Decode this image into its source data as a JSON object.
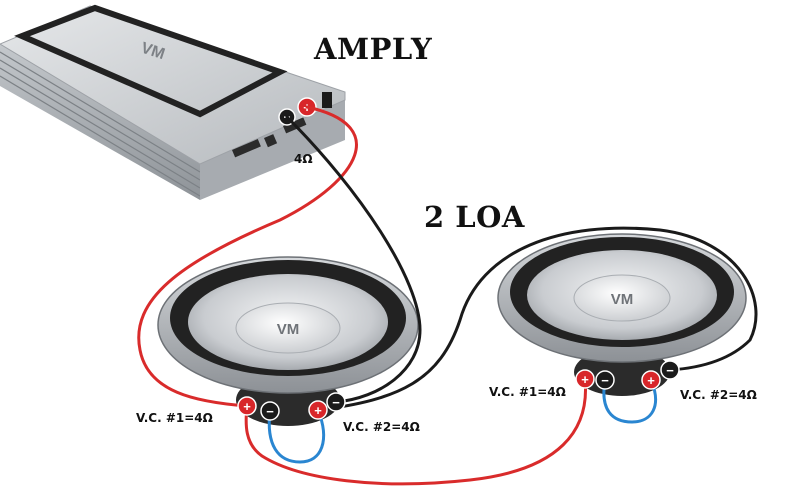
{
  "titles": {
    "amplifier": "AMPLY",
    "speakers": "2 LOA"
  },
  "amplifier": {
    "logo": "VM",
    "output_impedance": "4Ω"
  },
  "speakers": [
    {
      "logo": "VM",
      "vc1_label": "V.C. #1=4Ω",
      "vc2_label": "V.C. #2=4Ω"
    },
    {
      "logo": "VM",
      "vc1_label": "V.C. #1=4Ω",
      "vc2_label": "V.C. #2=4Ω"
    }
  ],
  "terminals": {
    "positive": "+",
    "negative": "−"
  },
  "colors": {
    "positive_wire": "#d92b2b",
    "negative_wire": "#1a1a1a",
    "jumper_wire": "#2a86d1",
    "terminal_red": "#d8262a",
    "terminal_black": "#1b1b1b"
  }
}
